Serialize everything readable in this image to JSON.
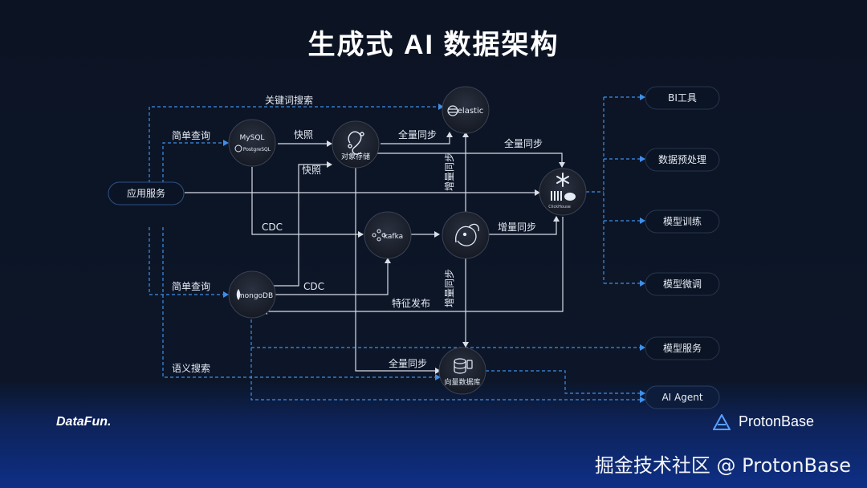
{
  "title": "生成式 AI 数据架构",
  "nodes": {
    "app_service": "应用服务",
    "mysql": "MySQL",
    "postgresql": "PostgreSQL",
    "object_storage": "对象存储",
    "elastic": "elastic",
    "kafka": "kafka",
    "mongodb": "mongoDB",
    "clickhouse": "ClickHouse",
    "vector_db": "向量数据库"
  },
  "edges": {
    "keyword_search": "关键词搜索",
    "simple_query_top": "简单查询",
    "snapshot_1": "快照",
    "snapshot_2": "快照",
    "full_sync_1": "全量同步",
    "full_sync_2": "全量同步",
    "full_sync_3": "全量同步",
    "incremental_sync_up": "增量同步",
    "incremental_sync_right": "增量同步",
    "incremental_sync_down": "增量同步",
    "cdc_1": "CDC",
    "cdc_2": "CDC",
    "simple_query_bottom": "简单查询",
    "feature_publish": "特征发布",
    "semantic_search": "语义搜索"
  },
  "outputs": [
    "BI工具",
    "数据预处理",
    "模型训练",
    "模型微调",
    "模型服务",
    "AI Agent"
  ],
  "footer": {
    "left_logo": "DataFun.",
    "right_logo": "ProtonBase",
    "watermark": "掘金技术社区 @ ProtonBase"
  },
  "colors": {
    "background": "#0b1424",
    "line_solid": "#d8dde6",
    "line_dashed": "#3f8fe8",
    "node_fill": "#1e2330"
  }
}
